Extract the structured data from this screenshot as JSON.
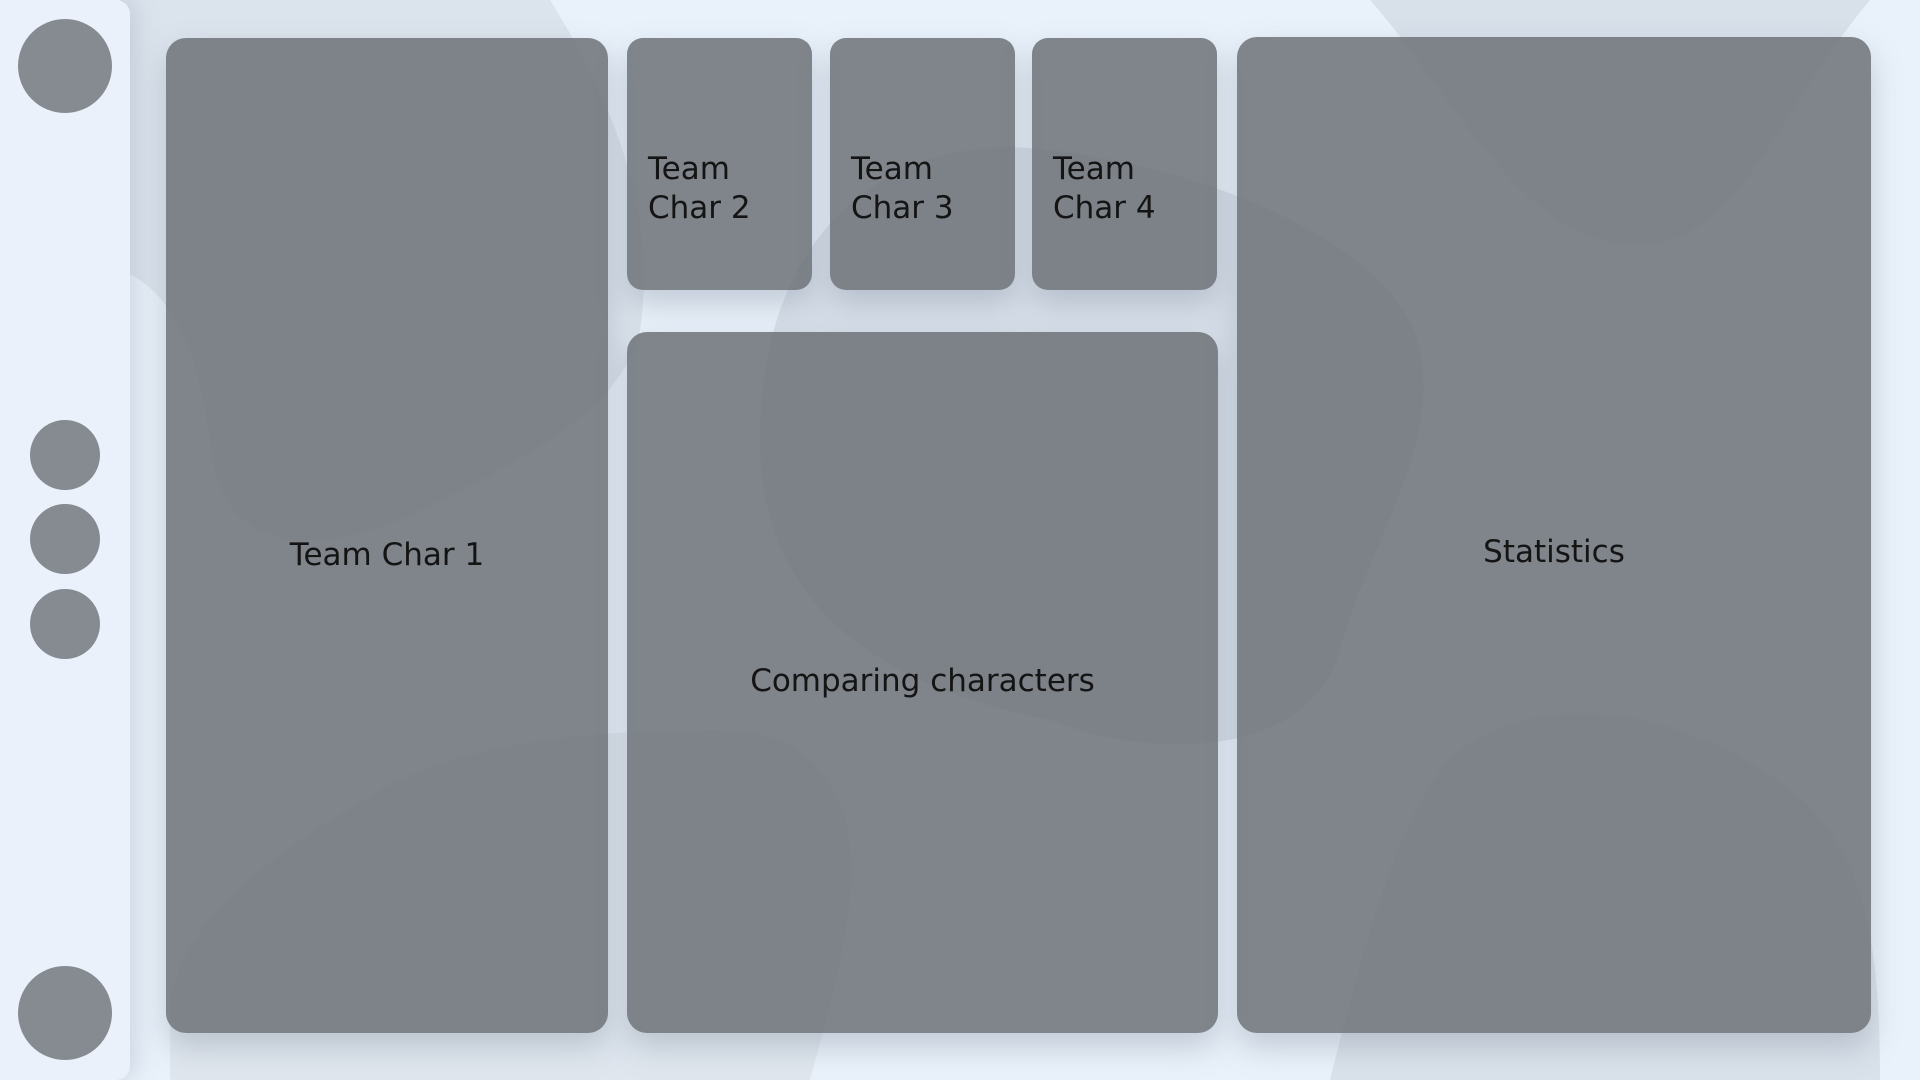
{
  "colors": {
    "background": "#e9f1fa",
    "panel": "#767b80",
    "nav_button": "#868b92",
    "blob": "#d3dbe5"
  },
  "sidebar": {
    "buttons": [
      {
        "icon": "profile-icon"
      },
      {
        "icon": "nav-item-icon"
      },
      {
        "icon": "nav-item-icon"
      },
      {
        "icon": "nav-item-icon"
      },
      {
        "icon": "settings-icon"
      }
    ]
  },
  "panels": {
    "char1": {
      "label": "Team Char 1"
    },
    "char2": {
      "label": "Team Char 2"
    },
    "char3": {
      "label": "Team Char 3"
    },
    "char4": {
      "label": "Team Char 4"
    },
    "compare": {
      "label": "Comparing characters"
    },
    "stats": {
      "label": "Statistics"
    }
  }
}
